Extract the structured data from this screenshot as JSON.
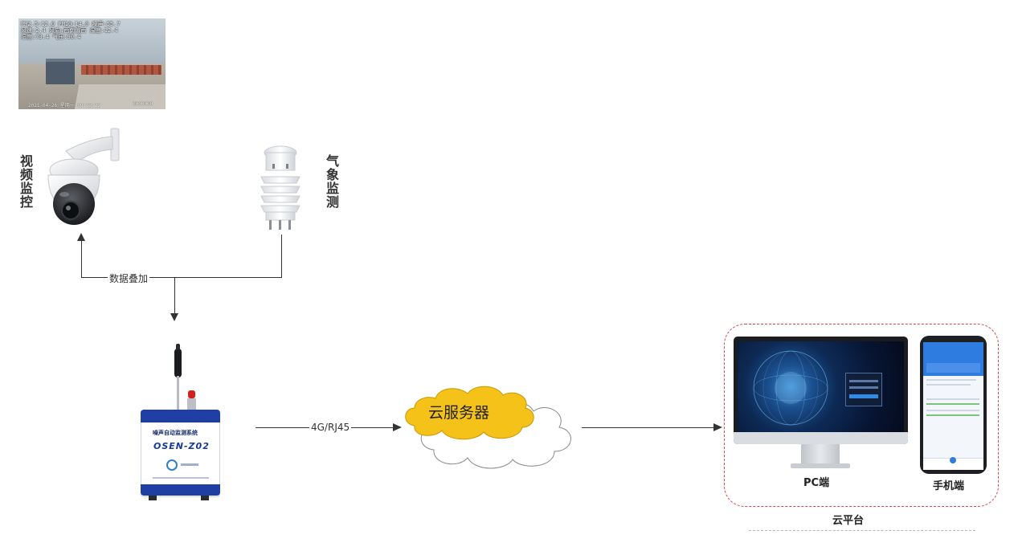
{
  "snapshot": {
    "overlay_lines": [
      "PM2.5:12.0 PM10:14.0 噪声:55.7",
      "风速:2.4 风向:西南偏西 温度:12.4",
      "湿度:73.4 气压:90.4"
    ],
    "footer_left": "2021-04-26 星期一 09:53:22",
    "footer_right": "0000000"
  },
  "labels": {
    "video": "视频监控",
    "weather": "气象监测",
    "data_overlay": "数据叠加",
    "link": "4G/RJ45",
    "cloud_server": "云服务器",
    "pc": "PC端",
    "mobile": "手机端",
    "platform": "云平台"
  },
  "device": {
    "title": "噪声自动监测系统",
    "model": "OSEN-Z02"
  },
  "colors": {
    "cloud_fill": "#f5c21a",
    "platform_border": "#d9464a",
    "device_blue": "#1f3fa5",
    "line": "#333333"
  }
}
